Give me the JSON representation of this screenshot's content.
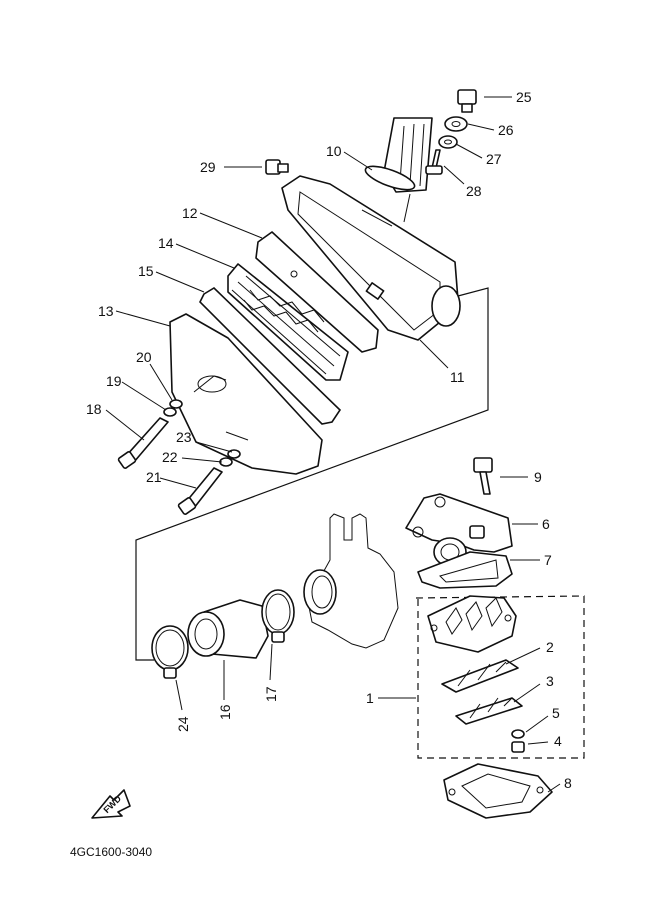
{
  "diagram": {
    "part_code": "4GC1600-3040",
    "fwd_label": "FWD",
    "callouts": [
      "1",
      "2",
      "3",
      "4",
      "5",
      "6",
      "7",
      "8",
      "9",
      "10",
      "11",
      "12",
      "13",
      "14",
      "15",
      "16",
      "17",
      "18",
      "19",
      "20",
      "21",
      "22",
      "23",
      "24",
      "25",
      "26",
      "27",
      "28",
      "29"
    ]
  }
}
